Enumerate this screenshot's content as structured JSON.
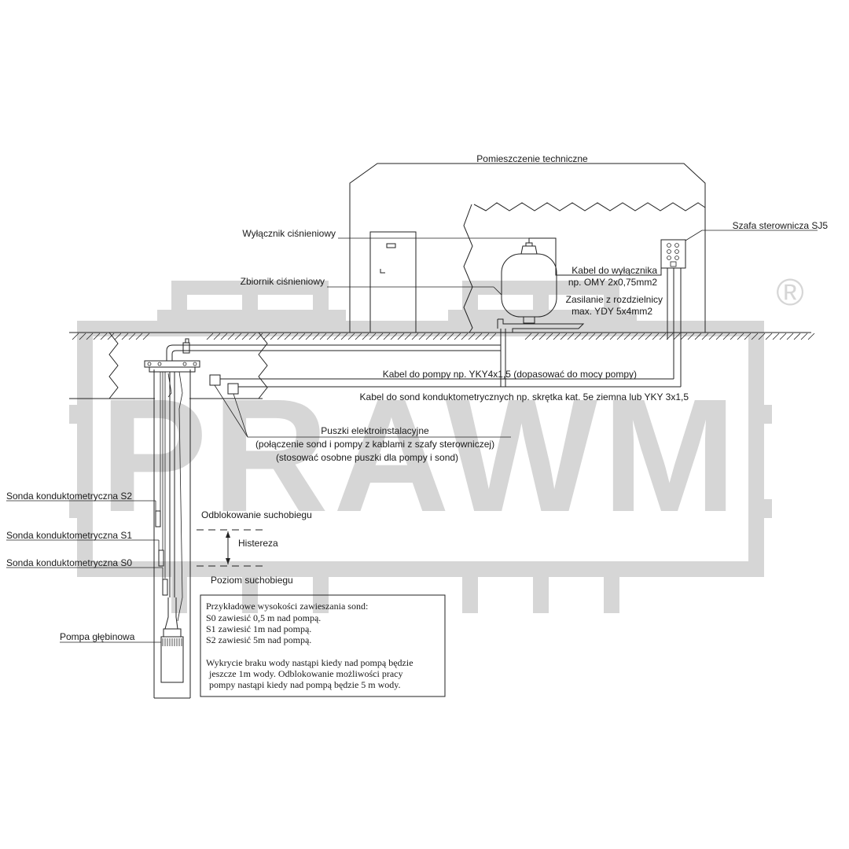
{
  "watermark": {
    "brand": "PRAWM",
    "registered": "®"
  },
  "room": {
    "title": "Pomieszczenie techniczne"
  },
  "labels": {
    "pressure_switch": "Wyłącznik ciśnieniowy",
    "pressure_tank": "Zbiornik ciśnieniowy",
    "control_cabinet": "Szafa sterownicza SJ5",
    "switch_cable_1": "Kabel do wyłącznika",
    "switch_cable_2": "np. OMY 2x0,75mm2",
    "power_1": "Zasilanie z rozdzielnicy",
    "power_2": "max. YDY 5x4mm2",
    "pump_cable": "Kabel do pompy np. YKY4x1,5 (dopasować do mocy pompy)",
    "probe_cable": "Kabel do sond konduktometrycznych np. skrętka kat. 5e ziemna lub YKY 3x1,5",
    "junction_1": "Puszki elektroinstalacyjne",
    "junction_2": "(połączenie sond i pompy z kablami z szafy sterowniczej)",
    "junction_3": "(stosować osobne puszki dla pompy i sond)",
    "probe_s2": "Sonda konduktometryczna S2",
    "probe_s1": "Sonda konduktometryczna S1",
    "probe_s0": "Sonda konduktometryczna S0",
    "deep_pump": "Pompa głębinowa",
    "unblock": "Odblokowanie suchobiegu",
    "hysteresis": "Histereza",
    "dry_level": "Poziom suchobiegu"
  },
  "note": {
    "line1": "Przykładowe wysokości zawieszania sond:",
    "line2": "S0 zawiesić 0,5 m nad pompą.",
    "line3": "S1 zawiesić 1m nad pompą.",
    "line4": "S2 zawiesić 5m nad pompą.",
    "line5": "Wykrycie braku wody nastąpi kiedy nad pompą będzie",
    "line6": "jeszcze 1m wody. Odblokowanie możliwości pracy",
    "line7": "pompy nastąpi kiedy nad pompą będzie 5 m wody."
  }
}
